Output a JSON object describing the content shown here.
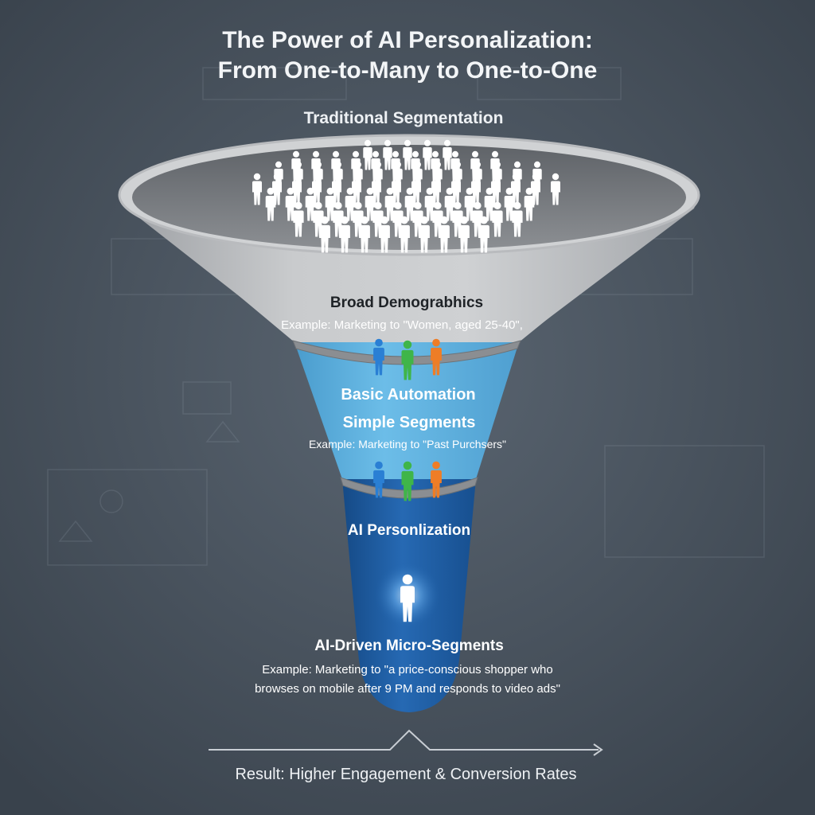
{
  "header": {
    "title_line1": "The Power of AI Personalization:",
    "title_line2": "From One-to-Many to One-to-One"
  },
  "funnel": {
    "top_label": "Traditional Segmentation",
    "stage1": {
      "title": "Broad Demograbhics",
      "example": "Example: Marketing to \"Women, aged 25-40\","
    },
    "stage2": {
      "title_line1": "Basic Automation",
      "title_line2": "Simple Segments",
      "example": "Example: Marketing to \"Past Purchsers\""
    },
    "stage3": {
      "title": "AI Personlization"
    },
    "bottom": {
      "title": "AI-Driven Micro-Segments",
      "example_line1": "Example: Marketing to \"a price-conscious shopper who",
      "example_line2": "browses on mobile after 9 PM and responds to video ads\""
    }
  },
  "result": {
    "label": "Result: Higher Engagement & Conversion Rates"
  },
  "colors": {
    "background": "#45505c",
    "stage1": "#c4c6c8",
    "stage2": "#66b7e3",
    "stage3": "#1e62ac",
    "person_blue": "#2a7fd4",
    "person_green": "#3fb549",
    "person_orange": "#ee7d26",
    "person_white": "#ffffff"
  }
}
